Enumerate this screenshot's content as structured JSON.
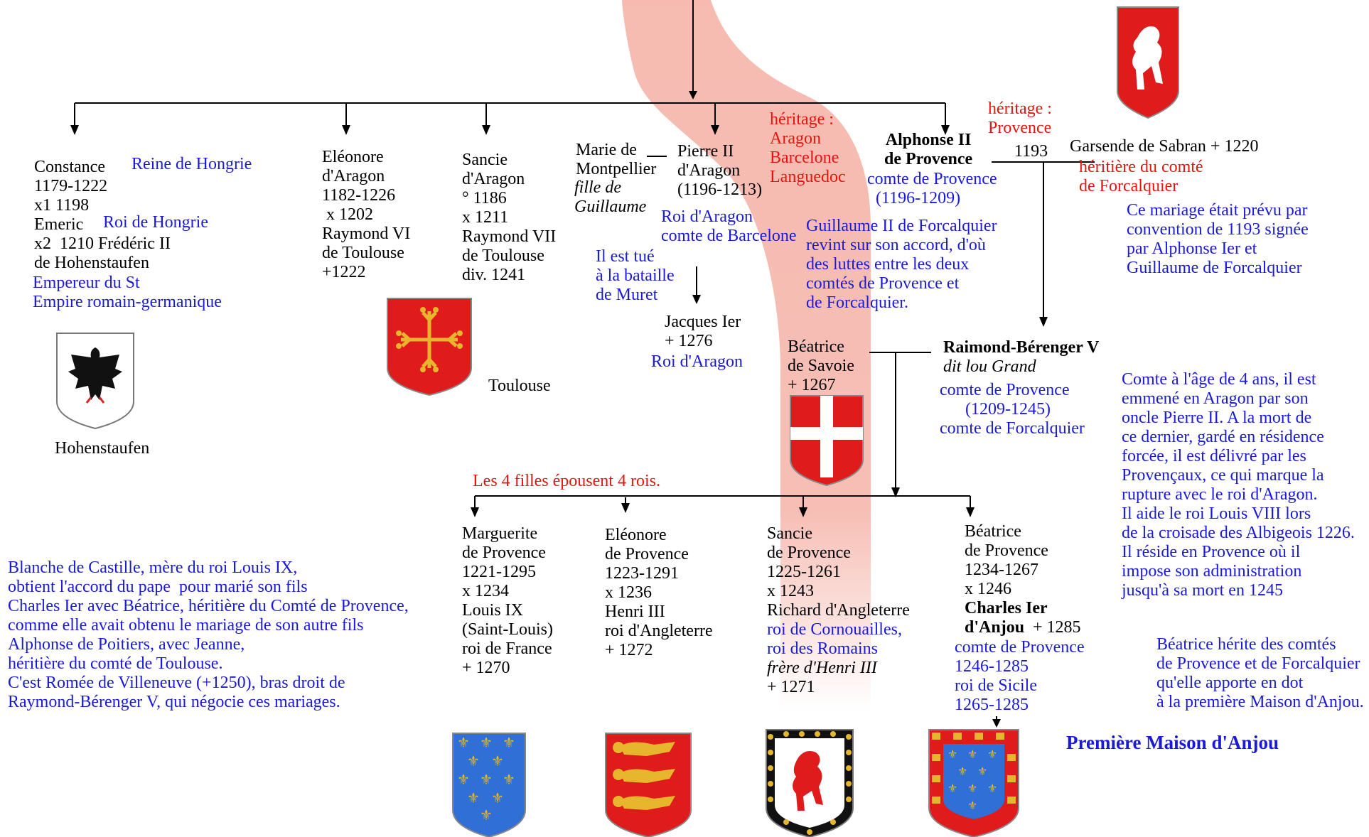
{
  "colors": {
    "inheritance_band": "#f5b3a8",
    "line": "#000000",
    "text_blue": "#1a1ad8",
    "text_red": "#e8140f",
    "shield_red": "#e01b1b",
    "shield_blue": "#2f6fd6",
    "heraldic_gold": "#e8b62c"
  },
  "people": {
    "constance": "Constance\n1179-1222\nx1 1198\nEmeric\nx2  1210 Frédéric II\nde Hohenstaufen",
    "constance_queen": "Reine de Hongrie",
    "constance_roi": "Roi de Hongrie",
    "constance_empereur": "Empereur du St\nEmpire romain-germanique",
    "eleonore_aragon": "Eléonore\nd'Aragon\n1182-1226\n x 1202\nRaymond VI\nde Toulouse\n+1222",
    "sancie_aragon": "Sancie\nd'Aragon\n° 1186\nx 1211\nRaymond VII\nde Toulouse\ndiv. 1241",
    "marie_montpellier": "Marie de\nMontpellier",
    "marie_fille": "fille de\nGuillaume",
    "pierre_ii": "Pierre II\nd'Aragon\n(1196-1213)",
    "pierre_titles": "Roi d'Aragon\ncomte de Barcelone",
    "pierre_death": "Il est tué\nà la bataille\nde Muret",
    "jacques": "Jacques Ier\n+ 1276",
    "jacques_title": "Roi d'Aragon",
    "heritage_aragon": "héritage :\nAragon\nBarcelone\nLanguedoc",
    "alphonse_name": "Alphonse II\nde Provence",
    "alphonse_title": "comte de Provence\n  (1196-1209)",
    "alphonse_note": "Guillaume II de Forcalquier\nrevint sur son accord, d'où\ndes luttes entre les deux\ncomtés de Provence et\nde Forcalquier.",
    "heritage_provence": "héritage :\nProvence",
    "marriage_year": "1193",
    "garsende": "Garsende de Sabran + 1220",
    "garsende_heir": "héritière du comté\nde Forcalquier",
    "marriage_note": "Ce mariage était prévu par\nconvention de 1193 signée\npar Alphonse Ier et\nGuillaume de Forcalquier",
    "beatrice_savoie": "Béatrice\nde Savoie\n+ 1267",
    "raimond_name": "Raimond-Bérenger V",
    "raimond_dit": "dit lou Grand",
    "raimond_titles": "comte de Provence\n      (1209-1245)\ncomte de Forcalquier",
    "raimond_note": "Comte à l'âge de 4 ans, il est\nemmené en Aragon par son\noncle Pierre II. A la mort de\nce dernier, gardé en résidence\nforcée, il est délivré par les\nProvençaux, ce qui marque la\nrupture avec le roi d'Aragon.\nIl aide le roi Louis VIII lors\nde la croisade des Albigeois 1226.\nIl réside en Provence où il\nimpose son administration\njusqu'à sa mort en 1245",
    "four_daughters": "Les 4 filles épousent 4 rois.",
    "marguerite": "Marguerite\nde Provence\n1221-1295\nx 1234\nLouis IX\n(Saint-Louis)\nroi de France\n+ 1270",
    "eleonore_provence": "Eléonore\nde Provence\n1223-1291\nx 1236\nHenri III\nroi d'Angleterre\n+ 1272",
    "sancie_provence": "Sancie\nde Provence\n1225-1261\nx 1243\nRichard d'Angleterre",
    "sancie_titles": "roi de Cornouailles,\nroi des Romains",
    "sancie_frere": "frère d'Henri III",
    "sancie_death": "+ 1271",
    "beatrice_provence": "Béatrice\nde Provence\n1234-1267\nx 1246",
    "charles_name": "Charles Ier\nd'Anjou",
    "charles_death": "+ 1285",
    "charles_titles": "comte de Provence\n1246-1285\nroi de Sicile\n1265-1285",
    "blanche_note": "Blanche de Castille, mère du roi Louis IX,\nobtient l'accord du pape  pour marié son fils\nCharles Ier avec Béatrice, héritière du Comté de Provence,\ncomme elle avait obtenu le mariage de son autre fils\nAlphonse de Poitiers, avec Jeanne,\nhéritière du comté de Toulouse.\nC'est Romée de Villeneuve (+1250), bras droit de\nRaymond-Bérenger V, qui négocie ces mariages.",
    "beatrice_note": "Béatrice hérite des comtés\nde Provence et de Forcalquier\nqu'elle apporte en dot\nà la première Maison d'Anjou.",
    "anjou_heading": "Première Maison d'Anjou"
  },
  "arms": {
    "hohenstaufen_label": "Hohenstaufen",
    "toulouse_label": "Toulouse",
    "provence_icon": "lion-rampant-icon",
    "hohenstaufen_icon": "black-eagle-icon",
    "toulouse_icon": "occitan-cross-icon",
    "savoie_icon": "white-cross-icon",
    "france_icon": "fleur-de-lis-icon",
    "england_icon": "three-lions-icon",
    "cornwall_icon": "bordure-bezants-lion-icon",
    "anjou_icon": "anjou-castles-icon"
  }
}
